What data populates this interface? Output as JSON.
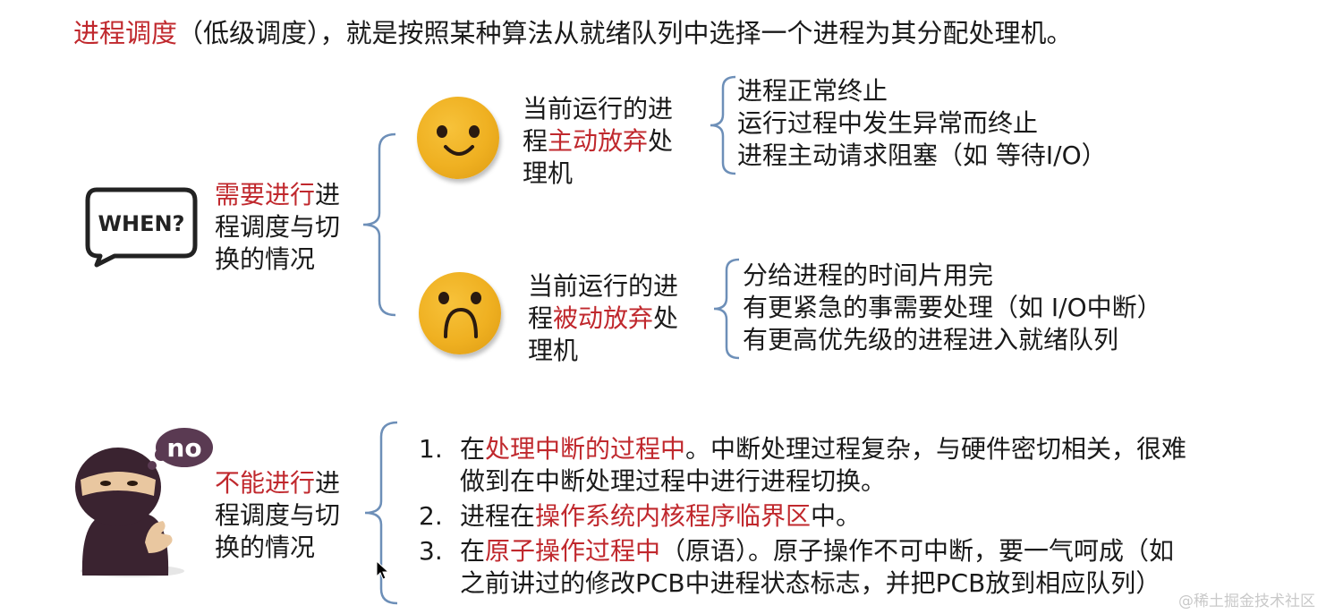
{
  "title": {
    "red": "进程调度",
    "rest": "（低级调度），就是按照某种算法从就绪队列中选择一个进程为其分配处理机。"
  },
  "need": {
    "red": "需要进行",
    "line1_rest": "进",
    "line2": "程调度与切",
    "line3": "换的情况",
    "when_label": "WHEN?",
    "active": {
      "line1": "当前运行的进",
      "line2_pre": "程",
      "line2_red": "主动放弃",
      "line2_post": "处",
      "line3": "理机",
      "items": [
        "进程正常终止",
        "运行过程中发生异常而终止",
        "进程主动请求阻塞（如 等待I/O）"
      ]
    },
    "passive": {
      "line1": "当前运行的进",
      "line2_pre": "程",
      "line2_red": "被动放弃",
      "line2_post": "处",
      "line3": "理机",
      "items": [
        "分给进程的时间片用完",
        "有更紧急的事需要处理（如 I/O中断）",
        "有更高优先级的进程进入就绪队列"
      ]
    }
  },
  "cannot": {
    "red": "不能进行",
    "line1_rest": "进",
    "line2": "程调度与切",
    "line3": "换的情况",
    "no_label": "no",
    "items": [
      {
        "num": "1.",
        "pre": "在",
        "red": "处理中断的过程中",
        "post": "。中断处理过程复杂，与硬件密切相关，很难",
        "cont": "做到在中断处理过程中进行进程切换。"
      },
      {
        "num": "2.",
        "pre": "进程在",
        "red": "操作系统内核程序临界区",
        "post": "中。",
        "cont": ""
      },
      {
        "num": "3.",
        "pre": "在",
        "red": "原子操作过程中",
        "post": "（原语）。原子操作不可中断，要一气呵成（如",
        "cont": "之前讲过的修改PCB中进程状态标志，并把PCB放到相应队列）"
      }
    ]
  },
  "watermark": "@稀土掘金技术社区",
  "colors": {
    "accent_red": "#c0282d",
    "brace_blue": "#6d8fb8",
    "face_yellow": "#efb021"
  }
}
